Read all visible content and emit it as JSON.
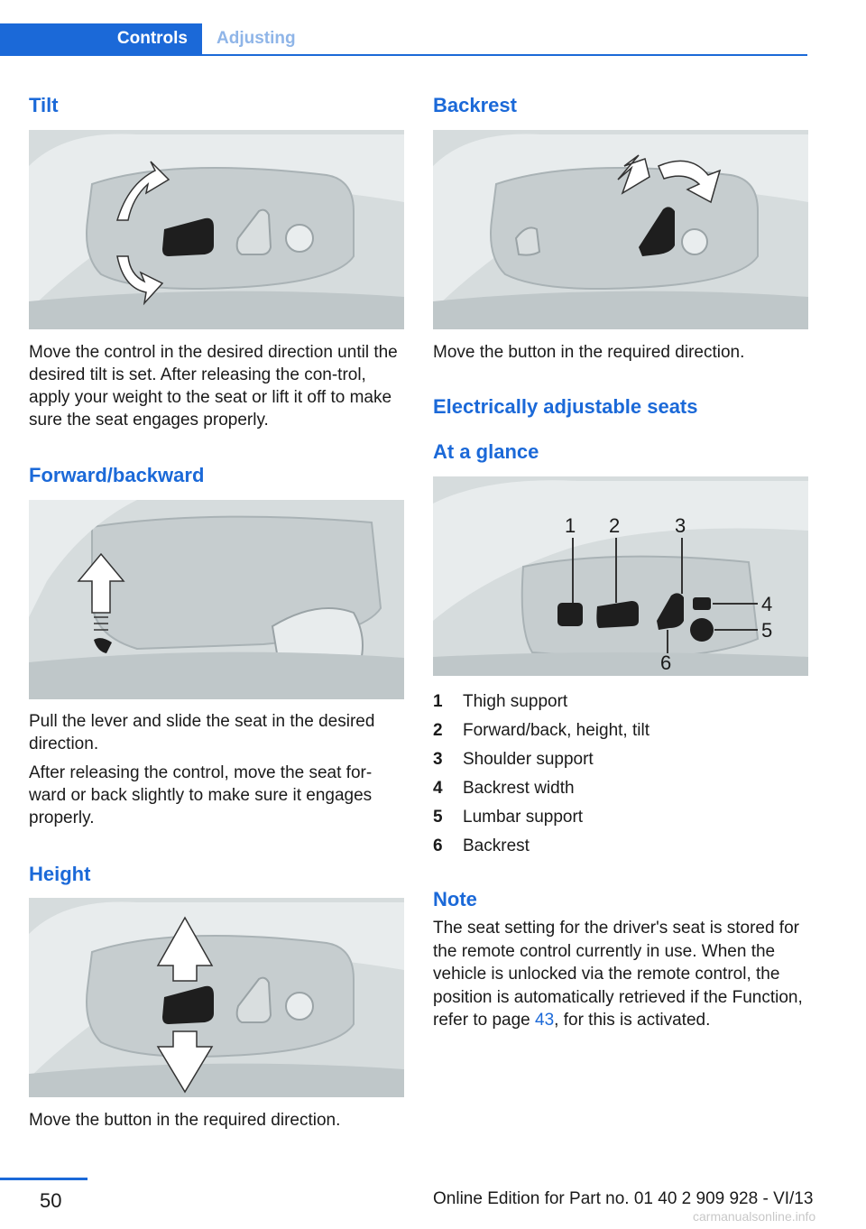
{
  "header": {
    "tab_active": "Controls",
    "tab_inactive": "Adjusting"
  },
  "left": {
    "tilt": {
      "heading": "Tilt",
      "text": "Move the control in the desired direction until the desired tilt is set. After releasing the con-trol, apply your weight to the seat or lift it off to make sure the seat engages properly."
    },
    "forward": {
      "heading": "Forward/backward",
      "text1": "Pull the lever and slide the seat in the desired direction.",
      "text2": "After releasing the control, move the seat for-ward or back slightly to make sure it engages properly."
    },
    "height": {
      "heading": "Height",
      "text": "Move the button in the required direction."
    }
  },
  "right": {
    "backrest": {
      "heading": "Backrest",
      "text": "Move the button in the required direction."
    },
    "electric": {
      "heading": "Electrically adjustable seats",
      "subheading": "At a glance",
      "callouts": [
        "1",
        "2",
        "3",
        "4",
        "5",
        "6"
      ],
      "legend": [
        {
          "num": "1",
          "label": "Thigh support"
        },
        {
          "num": "2",
          "label": "Forward/back, height, tilt"
        },
        {
          "num": "3",
          "label": "Shoulder support"
        },
        {
          "num": "4",
          "label": "Backrest width"
        },
        {
          "num": "5",
          "label": "Lumbar support"
        },
        {
          "num": "6",
          "label": "Backrest"
        }
      ]
    },
    "note": {
      "heading": "Note",
      "text_before": "The seat setting for the driver's seat is stored for the remote control currently in use. When the vehicle is unlocked via the remote control, the position is automatically retrieved if the Function, refer to page ",
      "link": "43",
      "text_after": ", for this is activated."
    }
  },
  "footer": {
    "page_number": "50",
    "edition": "Online Edition for Part no. 01 40 2 909 928 - VI/13",
    "watermark": "carmanualsonline.info"
  }
}
